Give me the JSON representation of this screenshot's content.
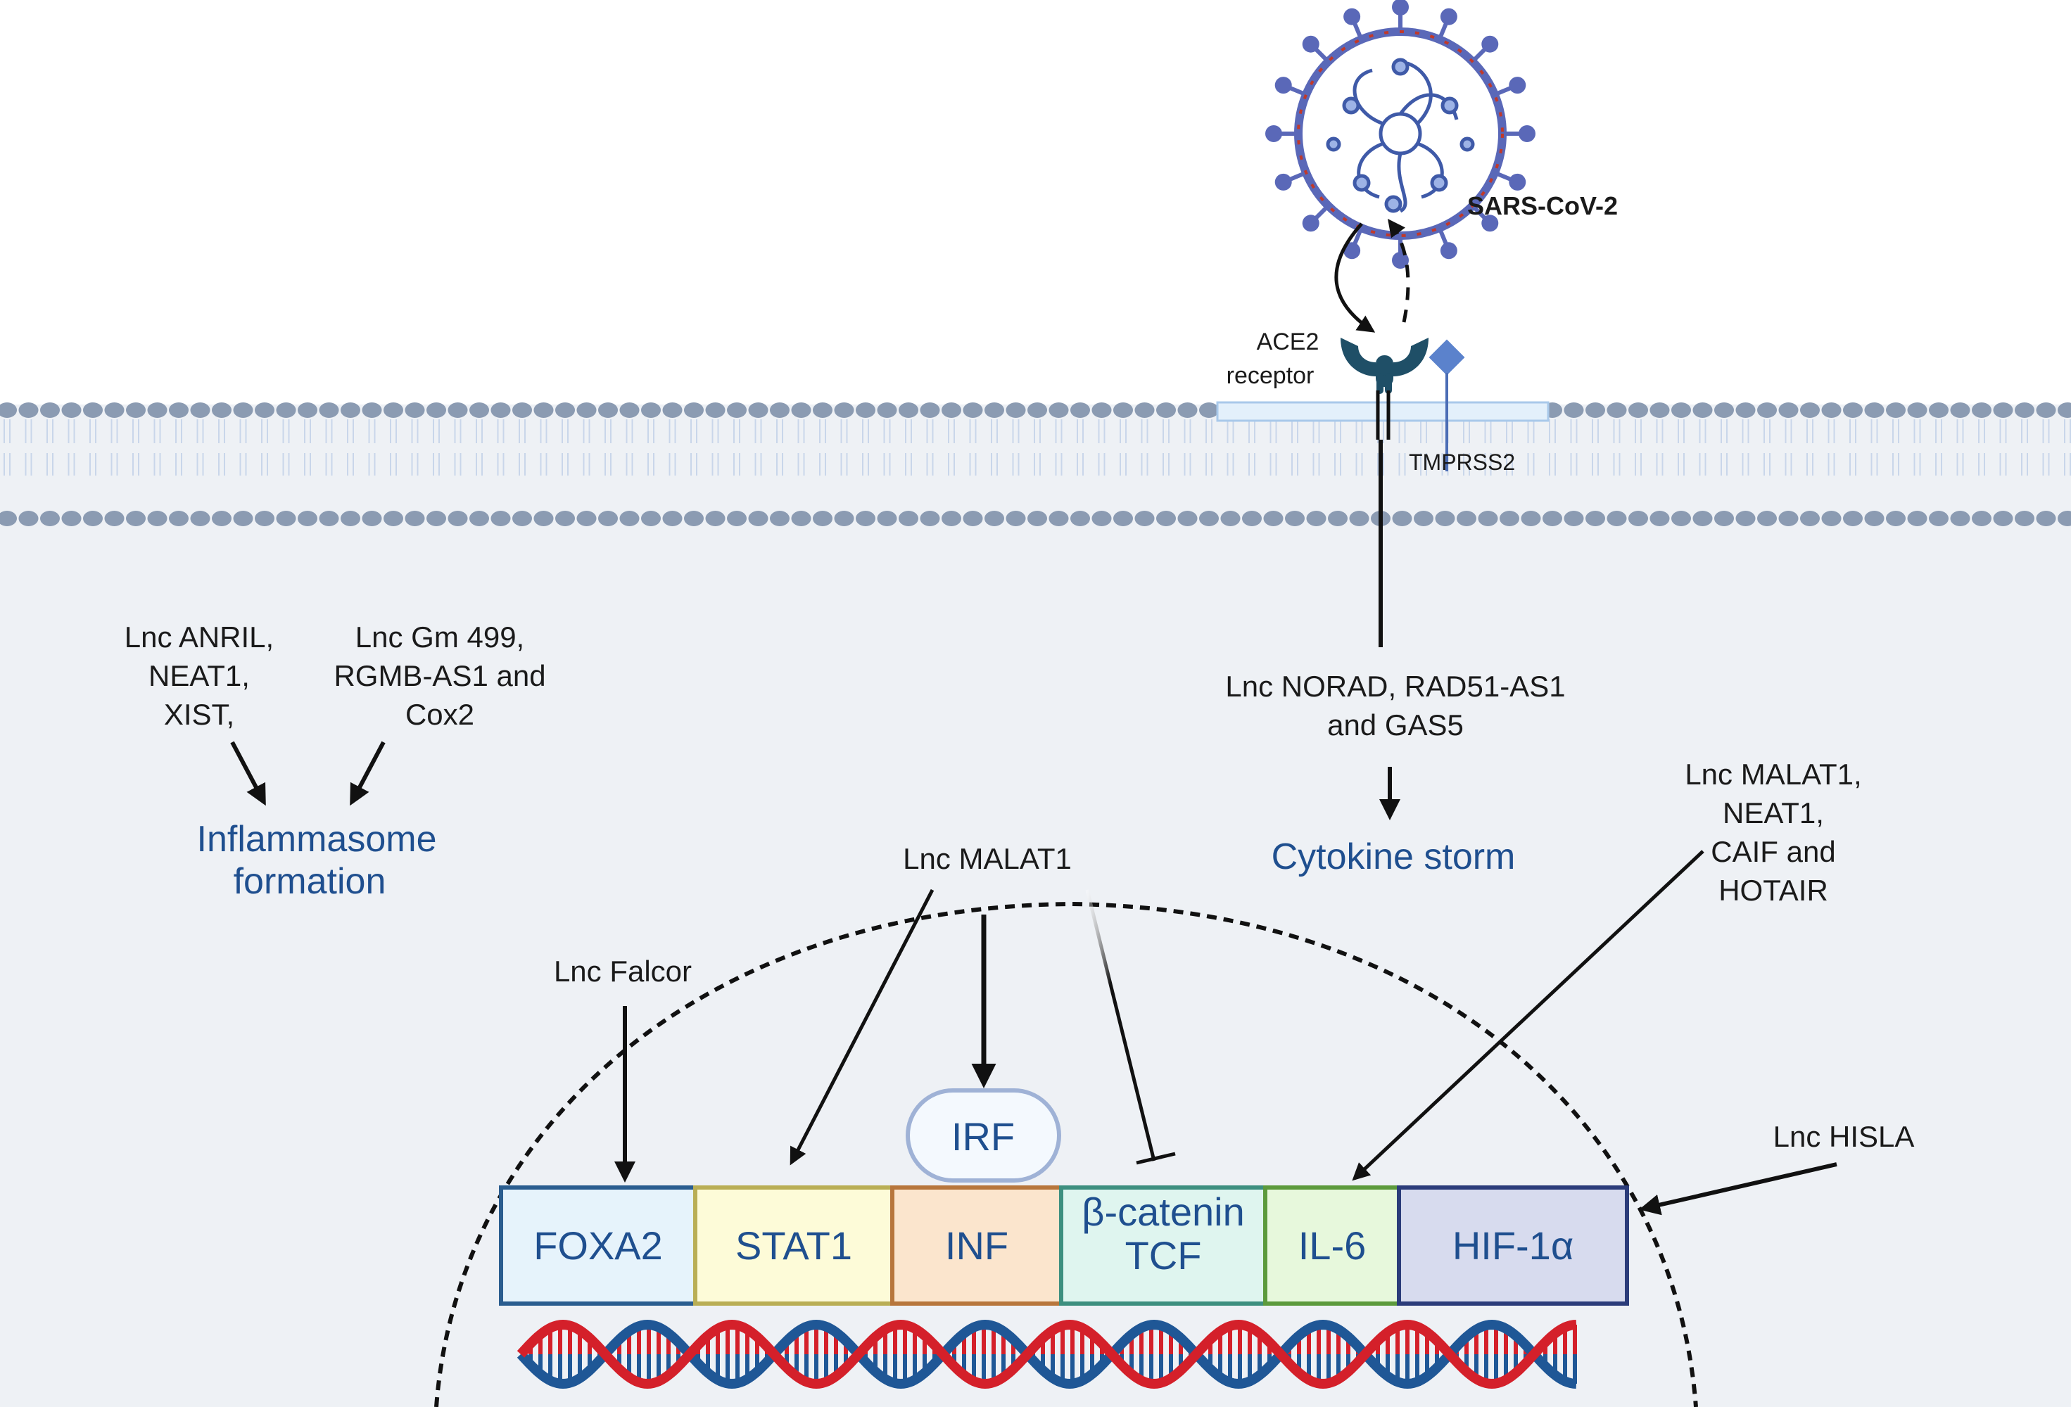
{
  "virus": {
    "label": "SARS-CoV-2"
  },
  "membrane": {
    "receptor_line1": "ACE2",
    "receptor_line2": "receptor",
    "protease": "TMPRSS2"
  },
  "inflammasome": {
    "source_left": [
      "Lnc ANRIL,",
      "NEAT1,",
      "XIST,"
    ],
    "source_right": [
      "Lnc Gm 499,",
      "RGMB-AS1 and",
      "Cox2"
    ],
    "target": [
      "Inflammasome",
      "formation"
    ]
  },
  "cytokine": {
    "source": [
      "Lnc NORAD, RAD51-AS1",
      "and GAS5"
    ],
    "target": "Cytokine storm"
  },
  "nucleus_inputs": {
    "falcor": "Lnc Falcor",
    "malat1": "Lnc MALAT1",
    "il6_source": [
      "Lnc MALAT1,",
      "NEAT1,",
      "CAIF and",
      "HOTAIR"
    ],
    "hisla": "Lnc HISLA"
  },
  "irf": "IRF",
  "genes": [
    {
      "label": [
        "FOXA2"
      ],
      "fill": "#e6f3fb",
      "stroke": "#2a5d8f"
    },
    {
      "label": [
        "STAT1"
      ],
      "fill": "#fdfbd8",
      "stroke": "#b9ae55"
    },
    {
      "label": [
        "INF"
      ],
      "fill": "#fbe5cd",
      "stroke": "#b7763c"
    },
    {
      "label": [
        "β-catenin",
        "TCF"
      ],
      "fill": "#dff5ef",
      "stroke": "#3d8f7f"
    },
    {
      "label": [
        "IL-6"
      ],
      "fill": "#e7f8dc",
      "stroke": "#5c9a3c"
    },
    {
      "label": [
        "HIF-1α"
      ],
      "fill": "#d7dbee",
      "stroke": "#2b3c7a"
    }
  ],
  "colors": {
    "cytoplasm": "#eef1f5",
    "membrane_head": "#8b9bb2",
    "label_blue": "#1f4f8f",
    "dna_red": "#d4202a",
    "dna_blue": "#1f5796"
  }
}
